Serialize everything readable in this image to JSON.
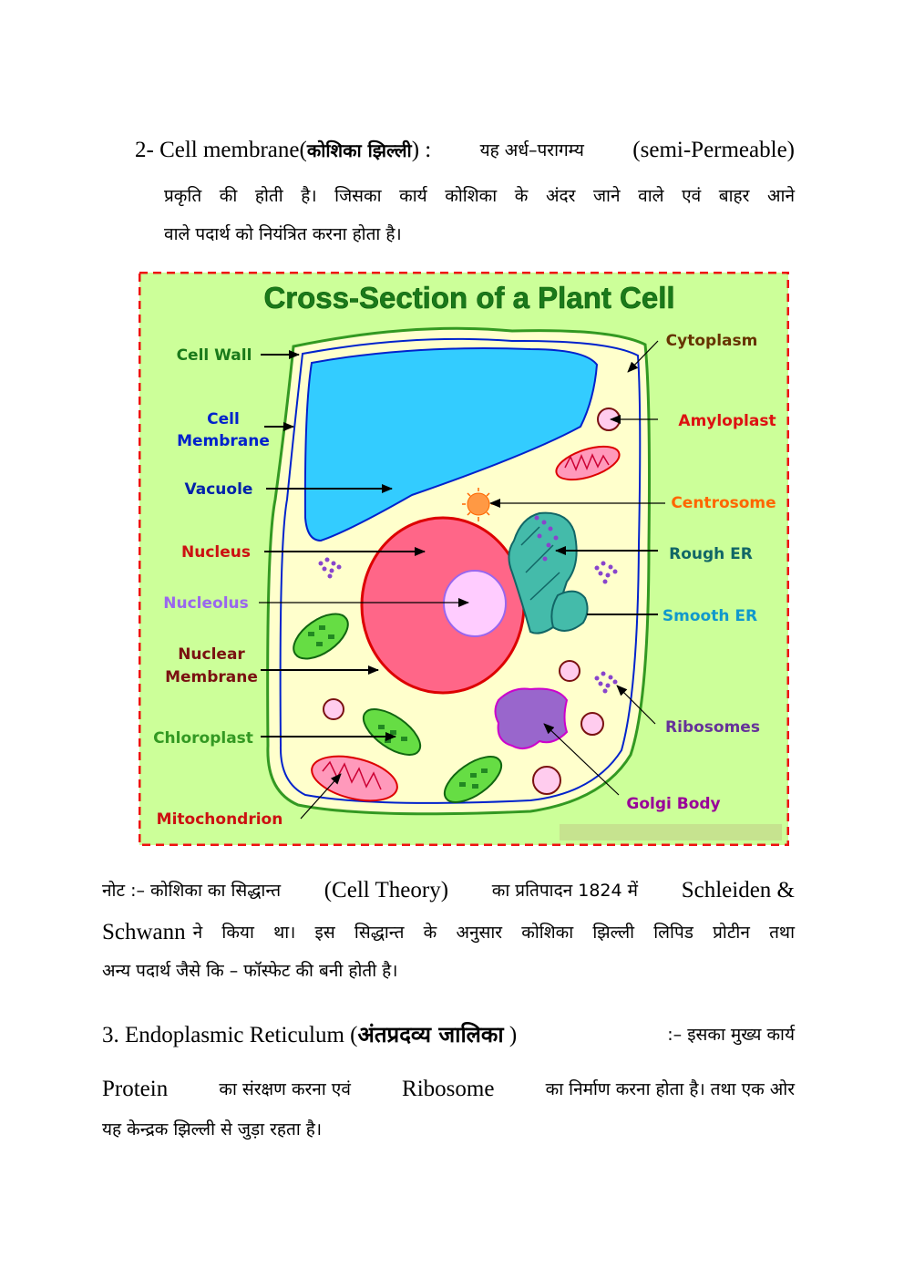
{
  "section2": {
    "line1_prefix": "2- Cell membrane(",
    "line1_hindi_term": "कोशिका झिल्ली",
    "line1_sep": ") : ",
    "line1_hindi": "यह अर्ध–परागम्य",
    "line1_english": "(semi-Permeable)",
    "line2": "प्रकृति की होती है। जिसका कार्य कोशिका के अंदर जाने वाले एवं बाहर आने",
    "line3": "वाले पदार्थ को नियंत्रित करना होता है।"
  },
  "figure": {
    "title": "Cross-Section of a Plant Cell",
    "colors": {
      "background": "#ccff99",
      "border_dash": "#ee1111",
      "cell_wall": "#339922",
      "cytoplasm": "#ffffcc",
      "membrane": "#0022cc",
      "vacuole": "#33ccff",
      "nucleus": "#ff6688",
      "nucleus_border": "#dd0000",
      "nucleolus": "#ffccff",
      "chloroplast": "#66dd44",
      "mitochondrion": "#ff99bb",
      "golgi": "#9966cc",
      "er": "#44bbaa",
      "ribosome": "#8844cc",
      "centrosome": "#ff9944",
      "amyloplast": "#ffccee",
      "title": "#1a7a1a"
    },
    "labels": {
      "cell_wall": "Cell Wall",
      "cell_membrane_1": "Cell",
      "cell_membrane_2": "Membrane",
      "vacuole": "Vacuole",
      "nucleus": "Nucleus",
      "nucleolus": "Nucleolus",
      "nuclear_membrane_1": "Nuclear",
      "nuclear_membrane_2": "Membrane",
      "chloroplast": "Chloroplast",
      "mitochondrion": "Mitochondrion",
      "cytoplasm": "Cytoplasm",
      "amyloplast": "Amyloplast",
      "centrosome": "Centrosome",
      "rough_er": "Rough ER",
      "smooth_er": "Smooth ER",
      "ribosomes": "Ribosomes",
      "golgi_body": "Golgi Body"
    },
    "label_colors": {
      "cell_wall": "#1a7a1a",
      "cell_membrane": "#0022cc",
      "vacuole": "#0022aa",
      "nucleus": "#cc1111",
      "nucleolus": "#9966ee",
      "nuclear_membrane": "#7a1111",
      "chloroplast": "#339922",
      "mitochondrion": "#cc1111",
      "cytoplasm": "#663300",
      "amyloplast": "#dd1111",
      "centrosome": "#ff6600",
      "rough_er": "#116666",
      "smooth_er": "#1199cc",
      "ribosomes": "#663399",
      "golgi_body": "#990099"
    }
  },
  "note": {
    "line1_hindi_a": "नोट :– कोशिका का सिद्धान्त",
    "line1_english": "(Cell Theory)",
    "line1_hindi_b": "का प्रतिपादन 1824 में",
    "line1_end": "Schleiden &",
    "line2_start": "Schwann",
    "line2_hindi": "ने किया था। इस सिद्धान्त के अनुसार कोशिका झिल्ली लिपिड प्रोटीन तथा",
    "line3": "अन्य पदार्थ जैसे कि – फॉस्फेट की बनी होती है।"
  },
  "section3": {
    "line1_prefix": "3. Endoplasmic Reticulum (",
    "line1_hindi_term": "अंतप्रदव्य जालिका",
    "line1_sep": " ) ",
    "line1_hindi": ":– इसका मुख्य कार्य",
    "line2_a": "Protein",
    "line2_b": "का संरक्षण करना एवं",
    "line2_c": "Ribosome",
    "line2_d": "का निर्माण करना होता है। तथा एक ओर",
    "line3": "यह केन्द्रक झिल्ली से जुड़ा रहता है।"
  }
}
